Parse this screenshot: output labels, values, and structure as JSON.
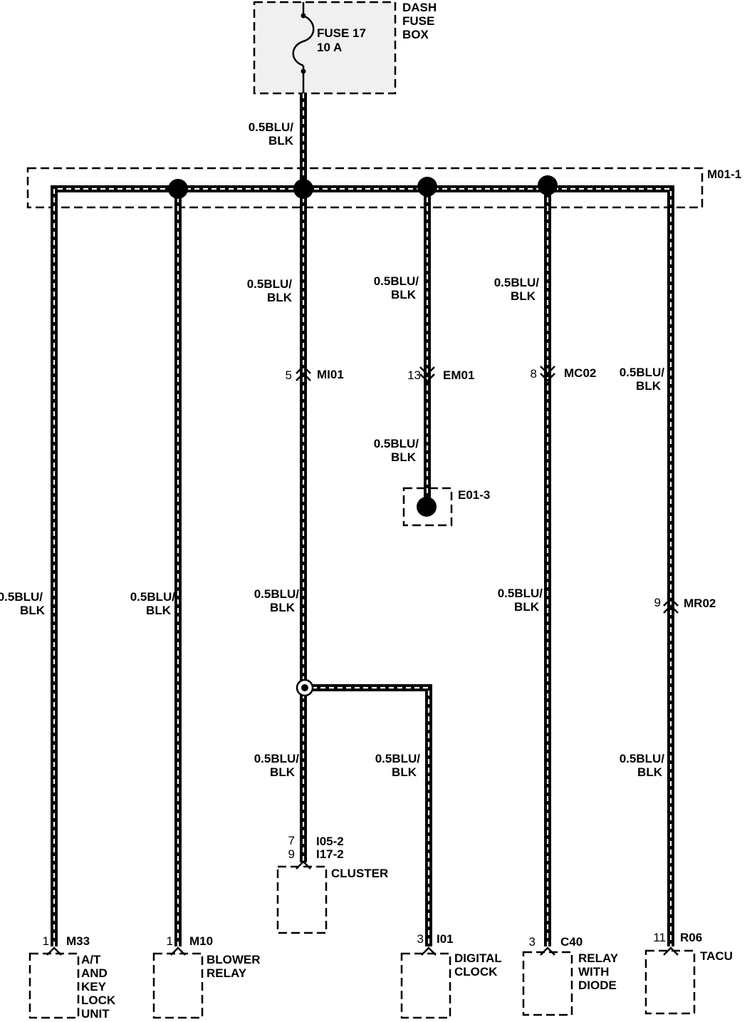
{
  "fuse_box": {
    "lines": [
      "DASH",
      "FUSE",
      "BOX"
    ]
  },
  "fuse": {
    "name": "FUSE 17",
    "rating": "10 A"
  },
  "wire": {
    "size": "0.5BLU/",
    "color": "BLK"
  },
  "splice_box": {
    "name": "M01-1"
  },
  "connectors": {
    "mi01": {
      "pin": "5",
      "id": "MI01"
    },
    "em01": {
      "pin": "13",
      "id": "EM01"
    },
    "mc02": {
      "pin": "8",
      "id": "MC02"
    },
    "mr02": {
      "pin": "9",
      "id": "MR02"
    },
    "i05": {
      "pin": "7",
      "id": "I05-2"
    },
    "i17": {
      "pin": "9",
      "id": "I17-2"
    }
  },
  "ground": {
    "name": "E01-3"
  },
  "cluster": {
    "name": "CLUSTER"
  },
  "components": [
    {
      "pin": "1",
      "connector": "M33",
      "lines": [
        "A/T",
        "AND",
        "KEY",
        "LOCK",
        "UNIT"
      ]
    },
    {
      "pin": "1",
      "connector": "M10",
      "lines": [
        "BLOWER",
        "RELAY"
      ]
    },
    {
      "pin": "3",
      "connector": "I01",
      "lines": [
        "DIGITAL",
        "CLOCK"
      ]
    },
    {
      "pin": "3",
      "connector": "C40",
      "lines": [
        "RELAY",
        "WITH",
        "DIODE"
      ]
    },
    {
      "pin": "11",
      "connector": "R06",
      "lines": [
        "TACU"
      ]
    }
  ]
}
